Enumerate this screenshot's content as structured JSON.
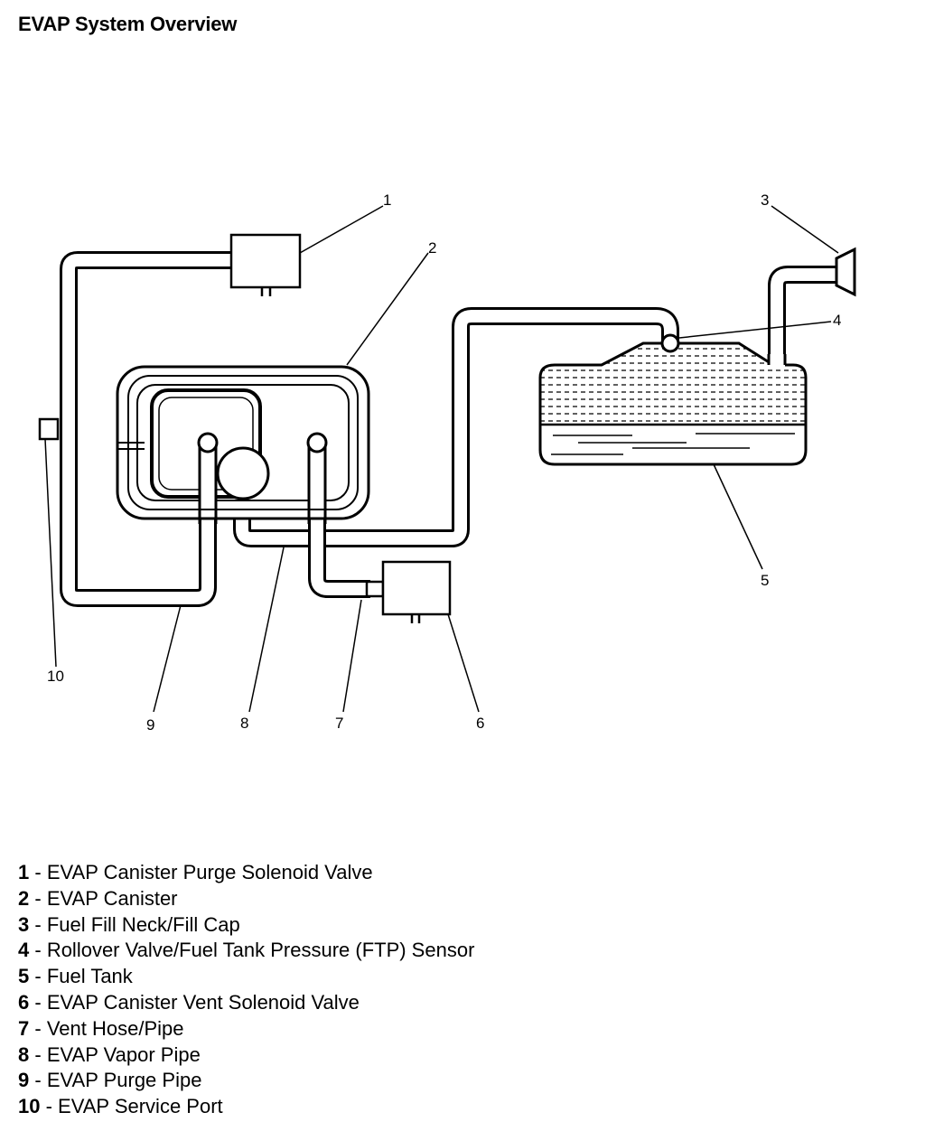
{
  "title": "EVAP System Overview",
  "callouts": [
    "1",
    "2",
    "3",
    "4",
    "5",
    "6",
    "7",
    "8",
    "9",
    "10"
  ],
  "legend": [
    {
      "num": "1",
      "text": "EVAP Canister Purge Solenoid Valve"
    },
    {
      "num": "2",
      "text": "EVAP Canister"
    },
    {
      "num": "3",
      "text": "Fuel Fill Neck/Fill Cap"
    },
    {
      "num": "4",
      "text": "Rollover Valve/Fuel Tank Pressure (FTP) Sensor"
    },
    {
      "num": "5",
      "text": "Fuel Tank"
    },
    {
      "num": "6",
      "text": "EVAP Canister Vent Solenoid Valve"
    },
    {
      "num": "7",
      "text": "Vent Hose/Pipe"
    },
    {
      "num": "8",
      "text": "EVAP Vapor Pipe"
    },
    {
      "num": "9",
      "text": "EVAP Purge Pipe"
    },
    {
      "num": "10",
      "text": "EVAP Service Port"
    }
  ]
}
